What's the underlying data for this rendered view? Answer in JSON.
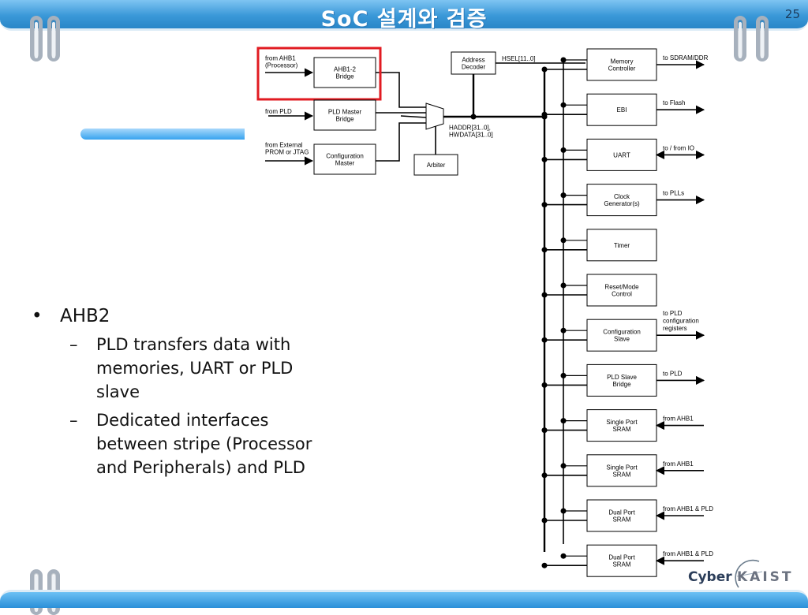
{
  "header": {
    "title": "SoC 설계와 검증",
    "slide_number": "25"
  },
  "logo": {
    "part1": "Cyber",
    "part2": "KAIST"
  },
  "bullets": {
    "main": "AHB2",
    "subs": [
      "PLD transfers data with memories, UART or PLD slave",
      "Dedicated interfaces between stripe (Processor and Peripherals) and PLD"
    ]
  },
  "diagram": {
    "left_inputs": [
      {
        "label_lines": [
          "from AHB1",
          "(Processor)"
        ],
        "block_lines": [
          "AHB1-2",
          "Bridge"
        ],
        "highlighted": true
      },
      {
        "label_lines": [
          "from PLD"
        ],
        "block_lines": [
          "PLD Master",
          "Bridge"
        ],
        "highlighted": false
      },
      {
        "label_lines": [
          "from External",
          "PROM or JTAG"
        ],
        "block_lines": [
          "Configuration",
          "Master"
        ],
        "highlighted": false
      }
    ],
    "address_decoder_lines": [
      "Address",
      "Decoder"
    ],
    "hsel_label": "HSEL[11..0]",
    "arbiter_label": "Arbiter",
    "bus_label_lines": [
      "HADDR[31..0],",
      "HWDATA[31..0]"
    ],
    "slaves": [
      {
        "block_lines": [
          "Memory",
          "Controller"
        ],
        "io_lines": [
          "to SDRAM/DDR"
        ],
        "dir": "out"
      },
      {
        "block_lines": [
          "EBI"
        ],
        "io_lines": [
          "to Flash"
        ],
        "dir": "out"
      },
      {
        "block_lines": [
          "UART"
        ],
        "io_lines": [
          "to / from IO"
        ],
        "dir": "both"
      },
      {
        "block_lines": [
          "Clock",
          "Generator(s)"
        ],
        "io_lines": [
          "to PLLs"
        ],
        "dir": "out"
      },
      {
        "block_lines": [
          "Timer"
        ],
        "io_lines": [],
        "dir": "none"
      },
      {
        "block_lines": [
          "Reset/Mode",
          "Control"
        ],
        "io_lines": [],
        "dir": "none"
      },
      {
        "block_lines": [
          "Configuration",
          "Slave"
        ],
        "io_lines": [
          "to PLD",
          "configuration",
          "registers"
        ],
        "dir": "out"
      },
      {
        "block_lines": [
          "PLD Slave",
          "Bridge"
        ],
        "io_lines": [
          "to PLD"
        ],
        "dir": "out"
      },
      {
        "block_lines": [
          "Single Port",
          "SRAM"
        ],
        "io_lines": [
          "from AHB1"
        ],
        "dir": "in"
      },
      {
        "block_lines": [
          "Single Port",
          "SRAM"
        ],
        "io_lines": [
          "from AHB1"
        ],
        "dir": "in"
      },
      {
        "block_lines": [
          "Dual Port",
          "SRAM"
        ],
        "io_lines": [
          "from AHB1 & PLD"
        ],
        "dir": "in"
      },
      {
        "block_lines": [
          "Dual Port",
          "SRAM"
        ],
        "io_lines": [
          "from AHB1 & PLD"
        ],
        "dir": "in"
      }
    ]
  },
  "colors": {
    "header_blue": "#3a98d8",
    "highlight_red": "#e11b22"
  }
}
